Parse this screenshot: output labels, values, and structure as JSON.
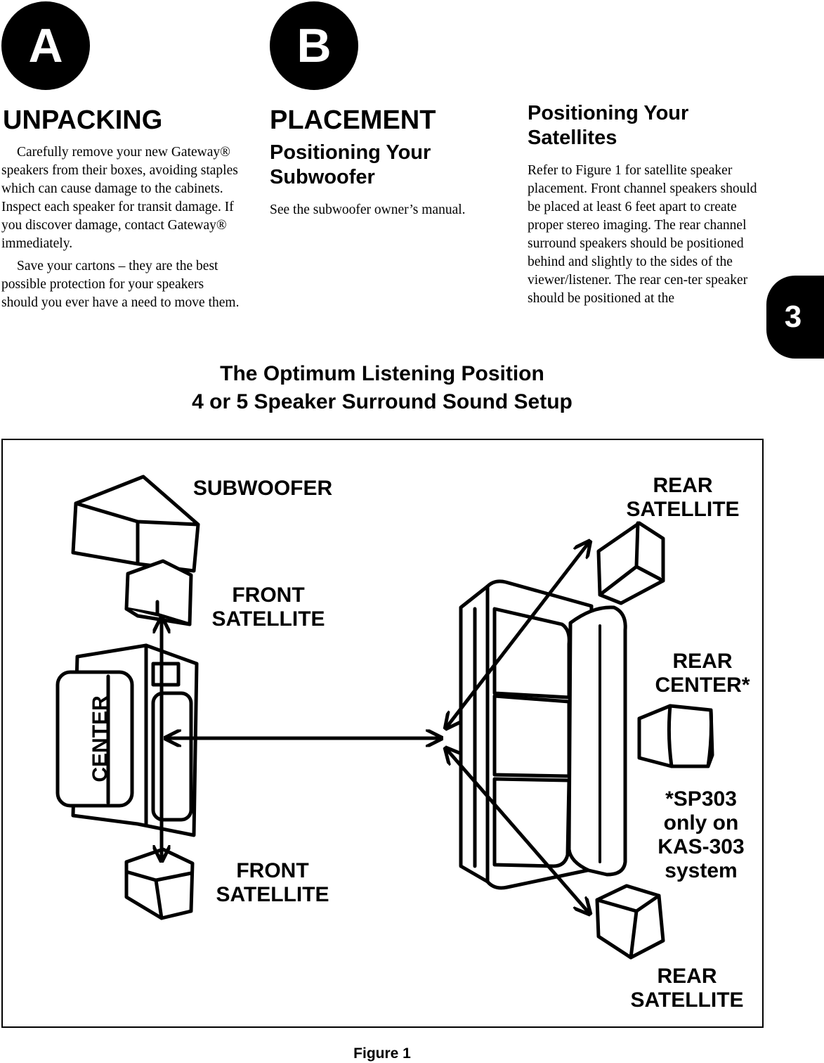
{
  "section_a": {
    "badge": "A",
    "heading": "UNPACKING",
    "para1": "Carefully remove your new Gateway® speakers from their boxes, avoiding staples which can cause damage to the cabinets. Inspect each speaker for transit damage. If you discover damage, contact Gateway® immediately.",
    "para2": "Save your cartons – they are the best possible protection for your speakers should you ever have a need to move them."
  },
  "section_b": {
    "badge": "B",
    "heading": "PLACEMENT",
    "subheading": "Positioning Your Subwoofer",
    "para": "See the subwoofer owner’s manual."
  },
  "section_c": {
    "subheading": "Positioning Your Satellites",
    "para": "Refer to Figure 1 for satellite speaker placement. Front channel speakers should be placed at least 6 feet apart to create proper stereo imaging. The rear channel surround speakers should be positioned behind and slightly to the sides of the viewer/listener. The rear cen-ter speaker should be positioned at the"
  },
  "page_number": "3",
  "figure": {
    "title_line1": "The Optimum Listening Position",
    "title_line2": "4 or 5 Speaker Surround Sound Setup",
    "labels": {
      "subwoofer": "SUBWOOFER",
      "front_satellite_top_1": "FRONT",
      "front_satellite_top_2": "SATELLITE",
      "front_satellite_bottom_1": "FRONT",
      "front_satellite_bottom_2": "SATELLITE",
      "center": "CENTER",
      "rear_satellite_top_1": "REAR",
      "rear_satellite_top_2": "SATELLITE",
      "rear_center_1": "REAR",
      "rear_center_2": "CENTER*",
      "note_1": "*SP303",
      "note_2": "only on",
      "note_3": "KAS-303",
      "note_4": "system",
      "rear_satellite_bottom_1": "REAR",
      "rear_satellite_bottom_2": "SATELLITE"
    },
    "caption": "Figure 1"
  }
}
